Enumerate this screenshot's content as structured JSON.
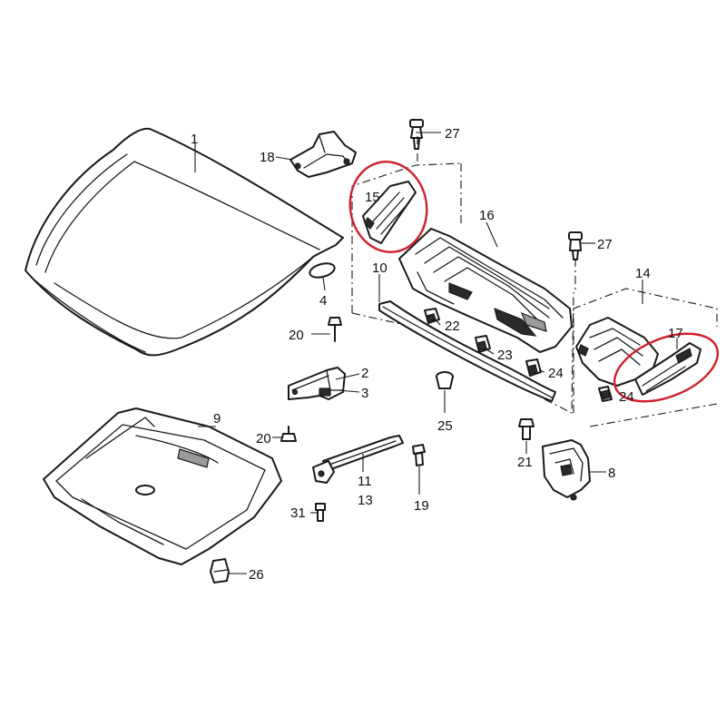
{
  "diagram": {
    "callouts": [
      {
        "id": "c1",
        "label": "1"
      },
      {
        "id": "c2",
        "label": "2"
      },
      {
        "id": "c3",
        "label": "3"
      },
      {
        "id": "c4",
        "label": "4"
      },
      {
        "id": "c8",
        "label": "8"
      },
      {
        "id": "c9",
        "label": "9"
      },
      {
        "id": "c10",
        "label": "10"
      },
      {
        "id": "c11",
        "label": "11"
      },
      {
        "id": "c13",
        "label": "13"
      },
      {
        "id": "c14",
        "label": "14"
      },
      {
        "id": "c15",
        "label": "15"
      },
      {
        "id": "c16",
        "label": "16"
      },
      {
        "id": "c17",
        "label": "17"
      },
      {
        "id": "c18",
        "label": "18"
      },
      {
        "id": "c19",
        "label": "19"
      },
      {
        "id": "c20a",
        "label": "20"
      },
      {
        "id": "c20b",
        "label": "20"
      },
      {
        "id": "c21",
        "label": "21"
      },
      {
        "id": "c22",
        "label": "22"
      },
      {
        "id": "c23",
        "label": "23"
      },
      {
        "id": "c24a",
        "label": "24"
      },
      {
        "id": "c24b",
        "label": "24"
      },
      {
        "id": "c25",
        "label": "25"
      },
      {
        "id": "c26",
        "label": "26"
      },
      {
        "id": "c27a",
        "label": "27"
      },
      {
        "id": "c27b",
        "label": "27"
      },
      {
        "id": "c31",
        "label": "31"
      }
    ],
    "highlight_color": "#d0202c",
    "line_color": "#1a1a1a"
  }
}
